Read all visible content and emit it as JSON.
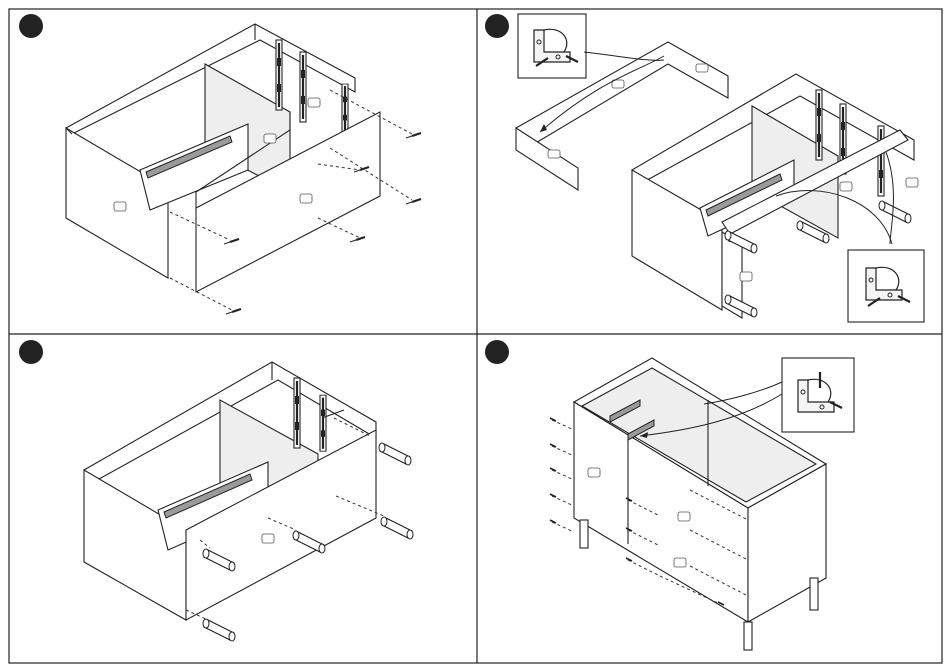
{
  "sheet": {
    "steps": [
      {
        "id": "1",
        "action": "attach-side-panels-with-screws"
      },
      {
        "id": "2",
        "action": "fit-top-panel-with-corner-brackets"
      },
      {
        "id": "3",
        "action": "insert-legs"
      },
      {
        "id": "4",
        "action": "attach-back-panel-and-brackets"
      }
    ],
    "colors": {
      "line": "#222222",
      "panel_fill": "#ffffff",
      "shade_fill": "#eeeeee",
      "badge": "#222222"
    },
    "icons": [
      "step-badge",
      "corner-bracket-icon",
      "screw-icon",
      "leg-icon",
      "drawer-runner-icon"
    ]
  }
}
